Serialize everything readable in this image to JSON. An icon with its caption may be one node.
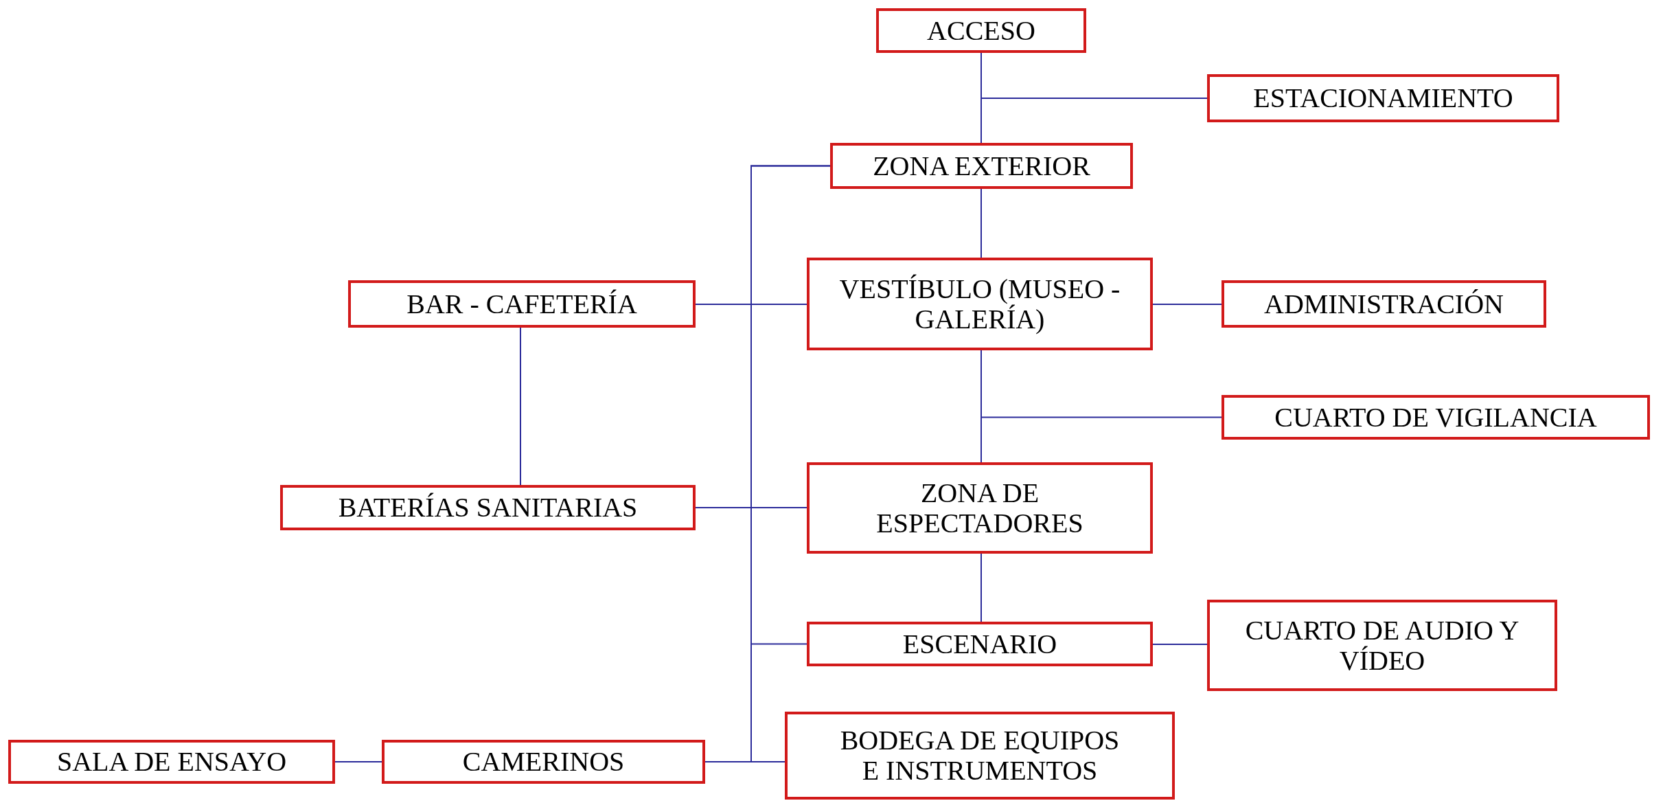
{
  "diagram": {
    "nodes": [
      {
        "text": [
          "ACCESO"
        ]
      },
      {
        "text": [
          "ESTACIONAMIENTO"
        ]
      },
      {
        "text": [
          "ZONA EXTERIOR"
        ]
      },
      {
        "text": [
          "BAR - CAFETERÍA"
        ]
      },
      {
        "text": [
          "VESTÍBULO (MUSEO - GALERÍA)"
        ]
      },
      {
        "text": [
          "ADMINISTRACIÓN"
        ]
      },
      {
        "text": [
          "CUARTO DE VIGILANCIA"
        ]
      },
      {
        "text": [
          "BATERÍAS SANITARIAS"
        ]
      },
      {
        "text": [
          "ZONA DE ESPECTADORES"
        ]
      },
      {
        "text": [
          "ESCENARIO"
        ]
      },
      {
        "text": [
          "CUARTO DE AUDIO Y VÍDEO"
        ]
      },
      {
        "text": [
          "SALA DE ENSAYO"
        ]
      },
      {
        "text": [
          "CAMERINOS"
        ]
      },
      {
        "text": [
          "BODEGA DE EQUIPOS E INSTRUMENTOS"
        ]
      }
    ],
    "edges": [
      {
        "from": 0,
        "to": 2,
        "arrow": "none"
      },
      {
        "from": 0,
        "to": 1,
        "arrow": "none"
      },
      {
        "from": 2,
        "to": 4,
        "arrow": "none"
      },
      {
        "from": 4,
        "to": 5,
        "arrow": "none"
      },
      {
        "from": 4,
        "to": 6,
        "arrow": "none"
      },
      {
        "from": 4,
        "to": 8,
        "arrow": "none"
      },
      {
        "from": 3,
        "to": 4,
        "arrow": "none"
      },
      {
        "from": 3,
        "to": 7,
        "arrow": "none"
      },
      {
        "from": 7,
        "to": 8,
        "arrow": "none"
      },
      {
        "from": 8,
        "to": 9,
        "arrow": "none"
      },
      {
        "from": 9,
        "to": 10,
        "arrow": "none"
      },
      {
        "from": 11,
        "to": 12,
        "arrow": "none"
      },
      {
        "from": 12,
        "to": 13,
        "arrow": "none"
      },
      {
        "from": 2,
        "to": 9,
        "arrow": "none"
      },
      {
        "from": 2,
        "to": 13,
        "arrow": "none"
      }
    ]
  }
}
